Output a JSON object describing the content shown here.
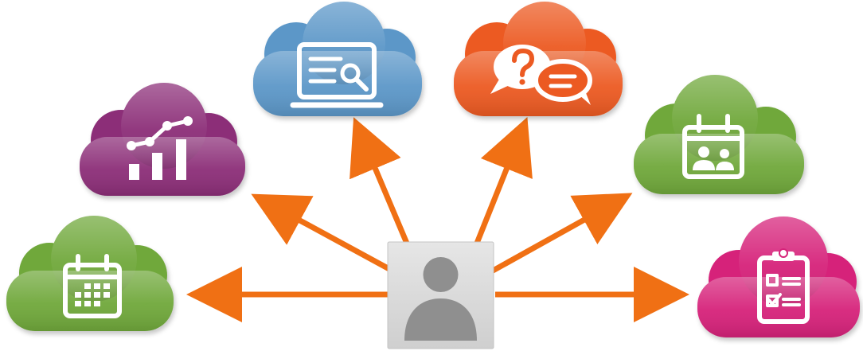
{
  "diagram": {
    "center_node": {
      "icon": "user-avatar-icon",
      "tile_color": "#dcdcdc",
      "icon_color": "#8f8f8f"
    },
    "arrow_color": "#f07014",
    "clouds": [
      {
        "id": "calendar",
        "icon": "calendar-grid-icon",
        "color": "#6fa83a"
      },
      {
        "id": "analytics",
        "icon": "growth-chart-icon",
        "color": "#8c2f78"
      },
      {
        "id": "search",
        "icon": "laptop-search-icon",
        "color": "#5b97c8"
      },
      {
        "id": "questions",
        "icon": "chat-question-icon",
        "color": "#ec5a22"
      },
      {
        "id": "meetings",
        "icon": "calendar-people-icon",
        "color": "#6fa83a"
      },
      {
        "id": "checklist",
        "icon": "clipboard-checklist-icon",
        "color": "#d6247a"
      }
    ]
  }
}
